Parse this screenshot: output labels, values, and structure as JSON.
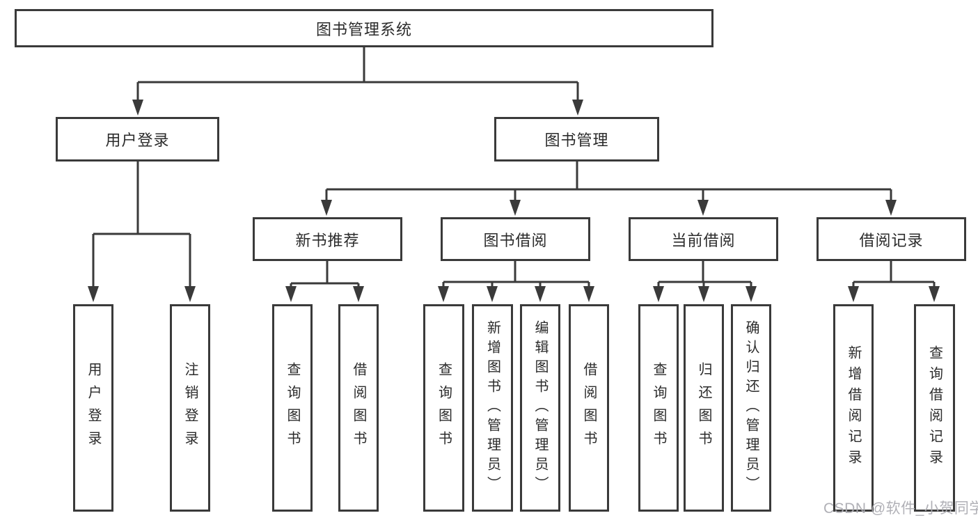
{
  "diagram": {
    "type": "hierarchy",
    "colors": {
      "line": "#3a3a3a",
      "box_border": "#3a3a3a",
      "text": "#2b2b2b",
      "background": "#ffffff",
      "watermark": "#acacb2"
    },
    "nodes": {
      "root": "图书管理系统",
      "user_login": "用户登录",
      "book_mgmt": "图书管理",
      "new_book_rec": "新书推荐",
      "book_borrow": "图书借阅",
      "current_borrow": "当前借阅",
      "borrow_record": "借阅记录",
      "ul_user_login": "用户登录",
      "ul_logout": "注销登录",
      "nbr_query_books": "查询图书",
      "nbr_borrow_books": "借阅图书",
      "bb_query_books": "查询图书",
      "bb_add_books_admin": "新增图书（管理员）",
      "bb_edit_books_admin": "编辑图书（管理员）",
      "bb_borrow_books": "借阅图书",
      "cb_query_books": "查询图书",
      "cb_return_books": "归还图书",
      "cb_confirm_return_admin": "确认归还（管理员）",
      "br_add_record": "新增借阅记录",
      "br_query_record": "查询借阅记录"
    },
    "edges": [
      [
        "root",
        "user_login"
      ],
      [
        "root",
        "book_mgmt"
      ],
      [
        "user_login",
        "ul_user_login"
      ],
      [
        "user_login",
        "ul_logout"
      ],
      [
        "book_mgmt",
        "new_book_rec"
      ],
      [
        "book_mgmt",
        "book_borrow"
      ],
      [
        "book_mgmt",
        "current_borrow"
      ],
      [
        "book_mgmt",
        "borrow_record"
      ],
      [
        "new_book_rec",
        "nbr_query_books"
      ],
      [
        "new_book_rec",
        "nbr_borrow_books"
      ],
      [
        "book_borrow",
        "bb_query_books"
      ],
      [
        "book_borrow",
        "bb_add_books_admin"
      ],
      [
        "book_borrow",
        "bb_edit_books_admin"
      ],
      [
        "book_borrow",
        "bb_borrow_books"
      ],
      [
        "current_borrow",
        "cb_query_books"
      ],
      [
        "current_borrow",
        "cb_return_books"
      ],
      [
        "current_borrow",
        "cb_confirm_return_admin"
      ],
      [
        "borrow_record",
        "br_add_record"
      ],
      [
        "borrow_record",
        "br_query_record"
      ]
    ],
    "watermark": "CSDN @软件_小贺同学"
  }
}
